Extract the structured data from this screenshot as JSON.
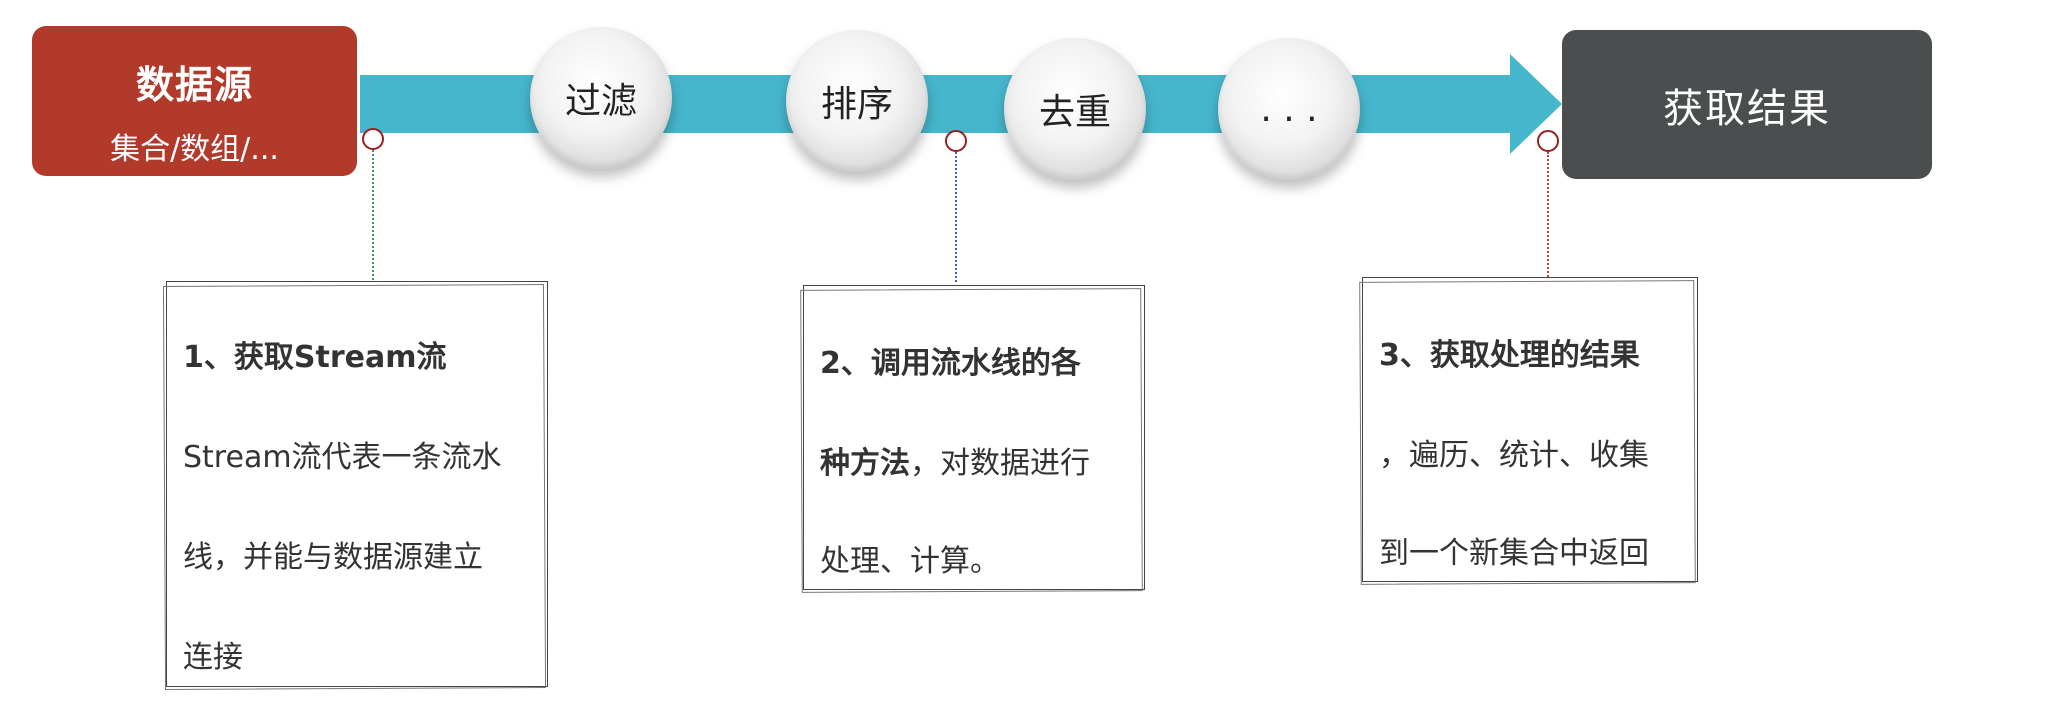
{
  "pipeline": {
    "source": {
      "title": "数据源",
      "subtitle": "集合/数组/..."
    },
    "operations": [
      {
        "label": "过滤"
      },
      {
        "label": "排序"
      },
      {
        "label": "去重"
      },
      {
        "label": ". . ."
      }
    ],
    "result": {
      "label": "获取结果"
    },
    "colors": {
      "source_bg": "#b23a2b",
      "result_bg": "#4a4e4f",
      "flow_bar": "#46b6cc",
      "marker": "#9a1f1f"
    }
  },
  "notes": [
    {
      "heading": "1、获取Stream流",
      "lines": [
        "Stream流代表一条流水",
        "线，并能与数据源建立",
        "连接"
      ]
    },
    {
      "heading_line1": "2、调用流水线的各",
      "heading_line2_bold": "种方法",
      "heading_line2_rest": "，对数据进行",
      "line3": "处理、计算。"
    },
    {
      "heading": "3、获取处理的结果",
      "lines": [
        "，遍历、统计、收集",
        "到一个新集合中返回"
      ]
    }
  ]
}
